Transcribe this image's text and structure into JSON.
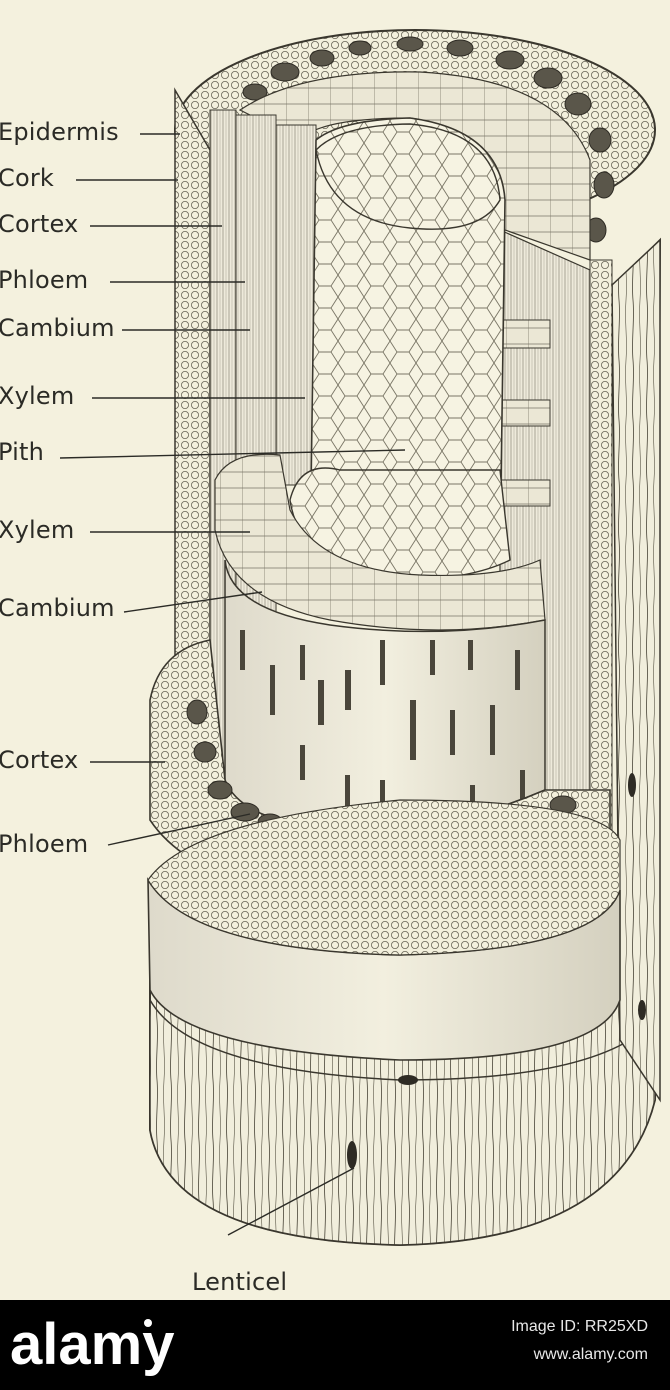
{
  "labels": {
    "epidermis": "Epidermis",
    "cork": "Cork",
    "cortex_top": "Cortex",
    "phloem_top": "Phloem",
    "cambium_top": "Cambium",
    "xylem_top": "Xylem",
    "pith": "Pith",
    "xylem_bottom": "Xylem",
    "cambium_bottom": "Cambium",
    "cortex_bottom": "Cortex",
    "phloem_bottom": "Phloem",
    "lenticel": "Lenticel"
  },
  "watermark": {
    "brand": "alamy",
    "image_id": "Image ID: RR25XD",
    "site": "www.alamy.com"
  },
  "colors": {
    "background": "#f4f1de",
    "ink": "#2b2b26",
    "strip": "#000000"
  }
}
